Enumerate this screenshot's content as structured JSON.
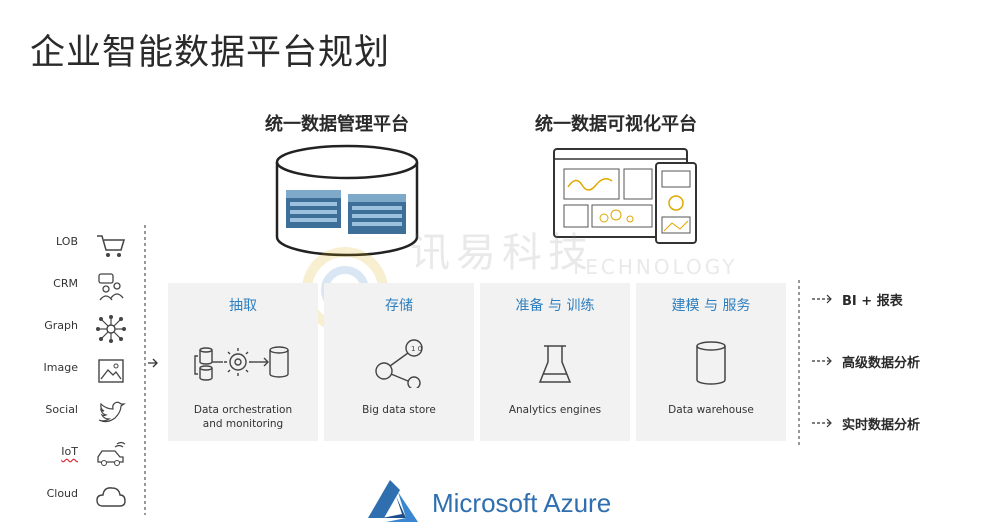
{
  "title": "企业智能数据平台规划",
  "platforms": {
    "management": "统一数据管理平台",
    "visualization": "统一数据可视化平台"
  },
  "sources": [
    {
      "label": "LOB",
      "icon": "shopping-cart-icon"
    },
    {
      "label": "CRM",
      "icon": "people-chat-icon"
    },
    {
      "label": "Graph",
      "icon": "network-graph-icon"
    },
    {
      "label": "Image",
      "icon": "picture-icon"
    },
    {
      "label": "Social",
      "icon": "twitter-bird-icon"
    },
    {
      "label": "IoT",
      "icon": "connected-car-icon"
    },
    {
      "label": "Cloud",
      "icon": "cloud-icon"
    }
  ],
  "stages": [
    {
      "title": "抽取",
      "caption_line1": "Data orchestration",
      "caption_line2": "and monitoring",
      "icon": "orchestration-icon"
    },
    {
      "title": "存储",
      "caption_line1": "Big data store",
      "caption_line2": "",
      "icon": "data-store-nodes-icon"
    },
    {
      "title": "准备 与 训练",
      "caption_line1": "Analytics engines",
      "caption_line2": "",
      "icon": "flask-icon"
    },
    {
      "title": "建模 与 服务",
      "caption_line1": "Data warehouse",
      "caption_line2": "",
      "icon": "cylinder-icon"
    }
  ],
  "outputs": [
    {
      "label": "BI + 报表"
    },
    {
      "label": "高级数据分析"
    },
    {
      "label": "实时数据分析"
    }
  ],
  "watermark": {
    "cn": "讯易科技",
    "en": "TECHNOLOGY"
  },
  "brand": {
    "name": "Microsoft Azure",
    "color": "#2f6fb0"
  },
  "colors": {
    "accent": "#2e7fbf",
    "panel_bg": "#f2f2f2"
  }
}
